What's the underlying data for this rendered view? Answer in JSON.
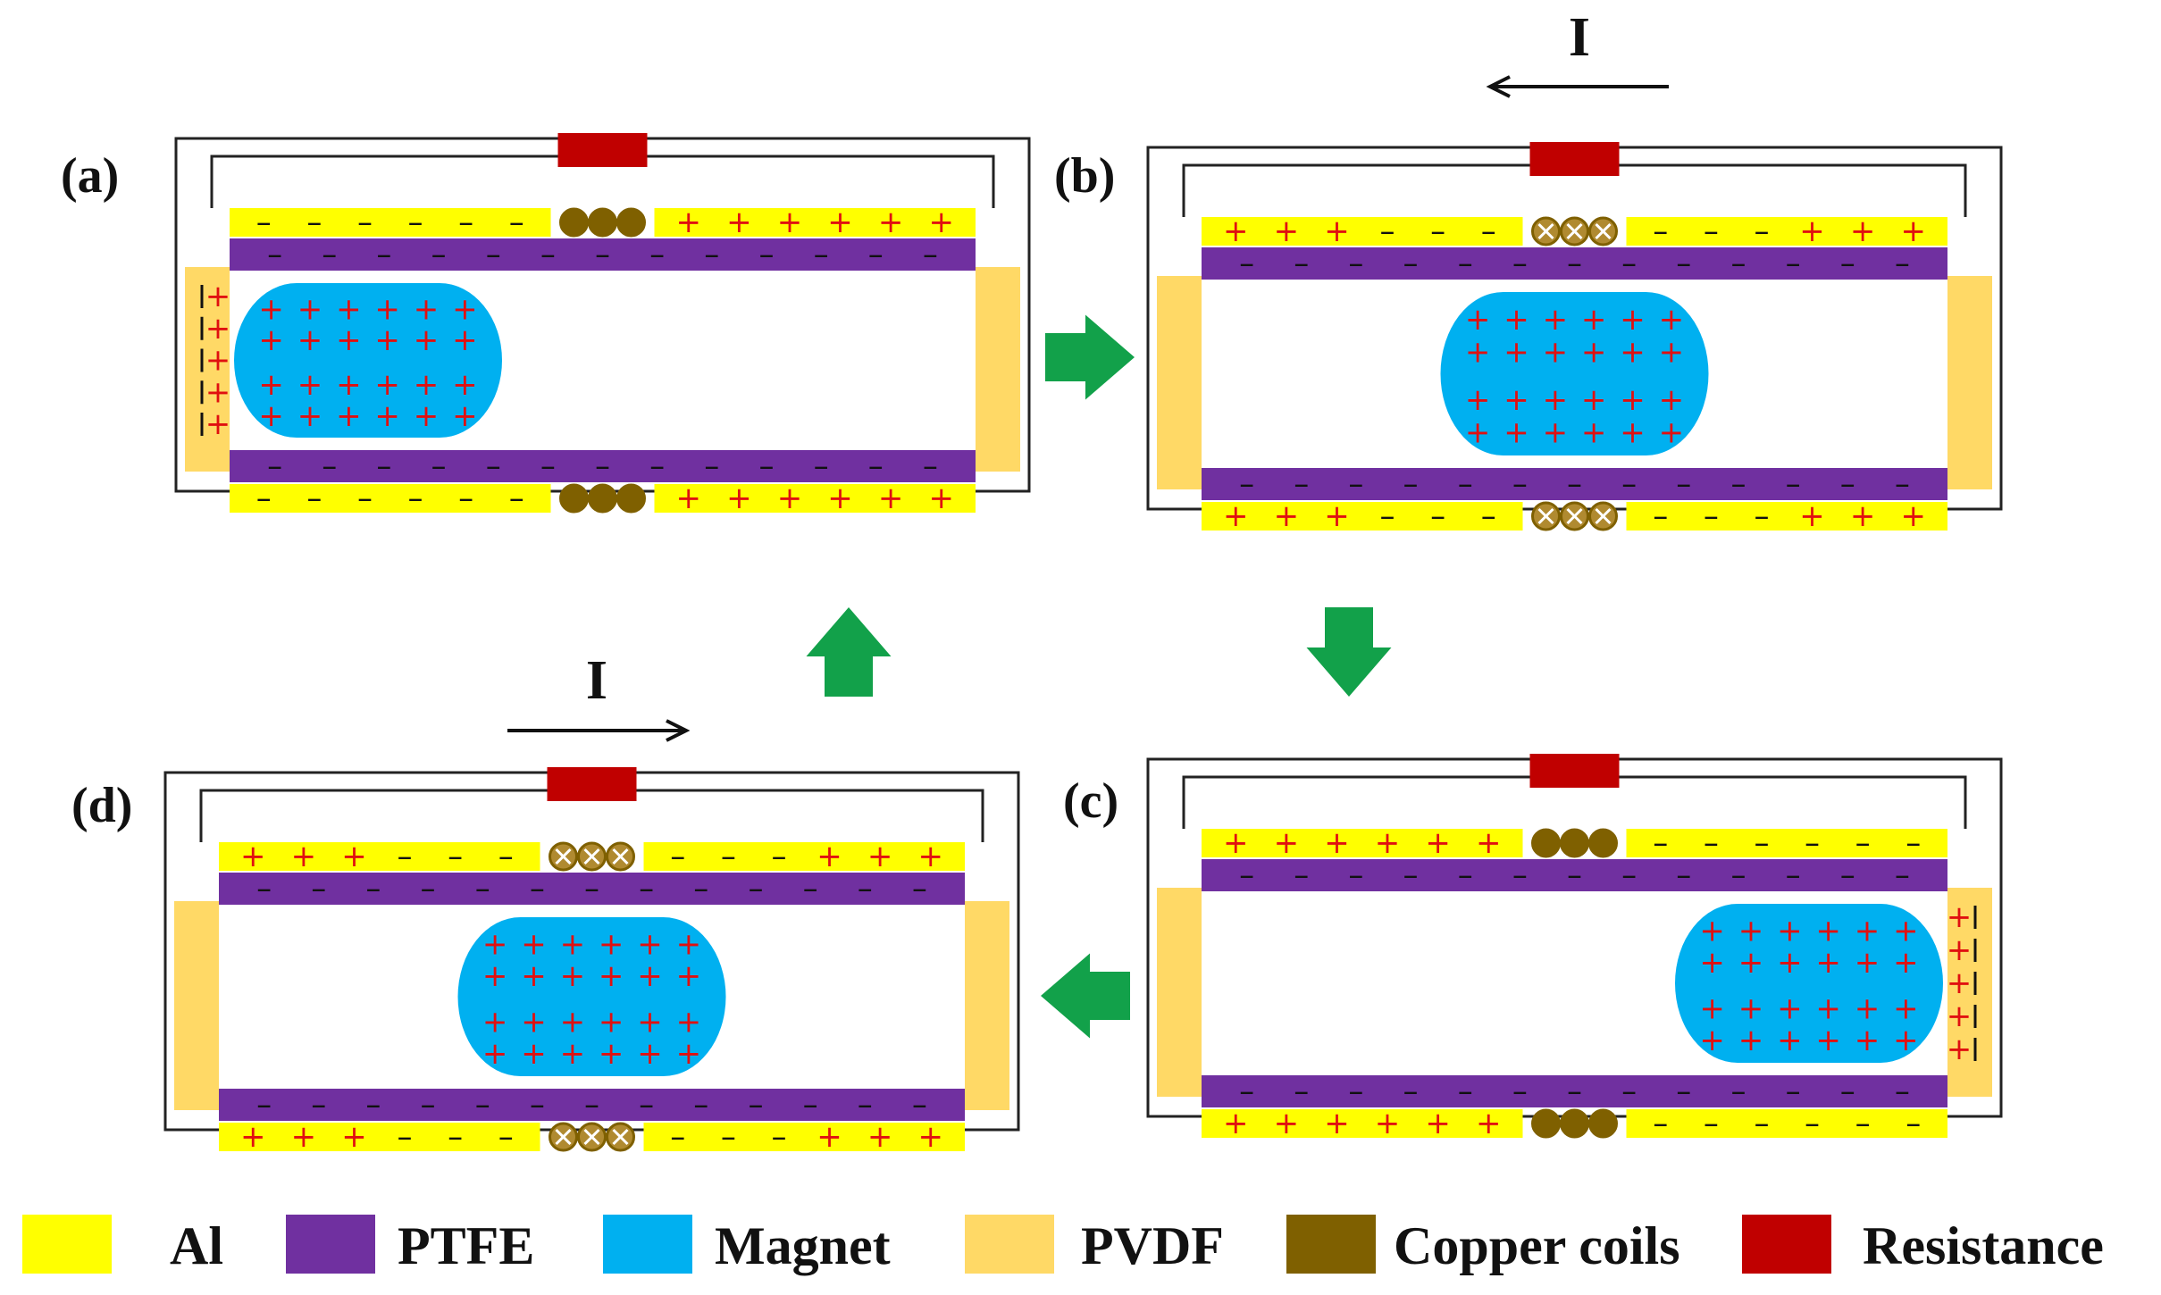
{
  "colors": {
    "al": "#FFFF00",
    "ptfe": "#7030A0",
    "magnet": "#00B0F0",
    "pvdf": "#FFD966",
    "copper": "#7F6000",
    "resistance": "#C00000",
    "plus": "#E01010",
    "minus": "#111111",
    "arrow": "#12A14A"
  },
  "panels": [
    {
      "id": "a",
      "label": "(a)",
      "current_label": "",
      "current_dir": "none",
      "coil": "dot",
      "magnet_pos": "left",
      "side_charges": "left",
      "top_left": "------",
      "top_right": "++++++",
      "bottom_left": "------",
      "bottom_right": "++++++"
    },
    {
      "id": "b",
      "label": "(b)",
      "current_label": "I",
      "current_dir": "left",
      "coil": "cross",
      "magnet_pos": "center",
      "side_charges": "none",
      "top_left": "+++---",
      "top_right": "---+++",
      "bottom_left": "+++---",
      "bottom_right": "---+++"
    },
    {
      "id": "c",
      "label": "(c)",
      "current_label": "",
      "current_dir": "none",
      "coil": "dot",
      "magnet_pos": "right",
      "side_charges": "right",
      "top_left": "++++++",
      "top_right": "------",
      "bottom_left": "++++++",
      "bottom_right": "------"
    },
    {
      "id": "d",
      "label": "(d)",
      "current_label": "I",
      "current_dir": "right",
      "coil": "cross",
      "magnet_pos": "center",
      "side_charges": "none",
      "top_left": "+++---",
      "top_right": "---+++",
      "bottom_left": "+++---",
      "bottom_right": "---+++"
    }
  ],
  "legend": [
    {
      "key": "al",
      "label": "Al"
    },
    {
      "key": "ptfe",
      "label": "PTFE"
    },
    {
      "key": "magnet",
      "label": "Magnet"
    },
    {
      "key": "pvdf",
      "label": "PVDF"
    },
    {
      "key": "copper",
      "label": "Copper coils"
    },
    {
      "key": "resistance",
      "label": "Resistance"
    }
  ]
}
